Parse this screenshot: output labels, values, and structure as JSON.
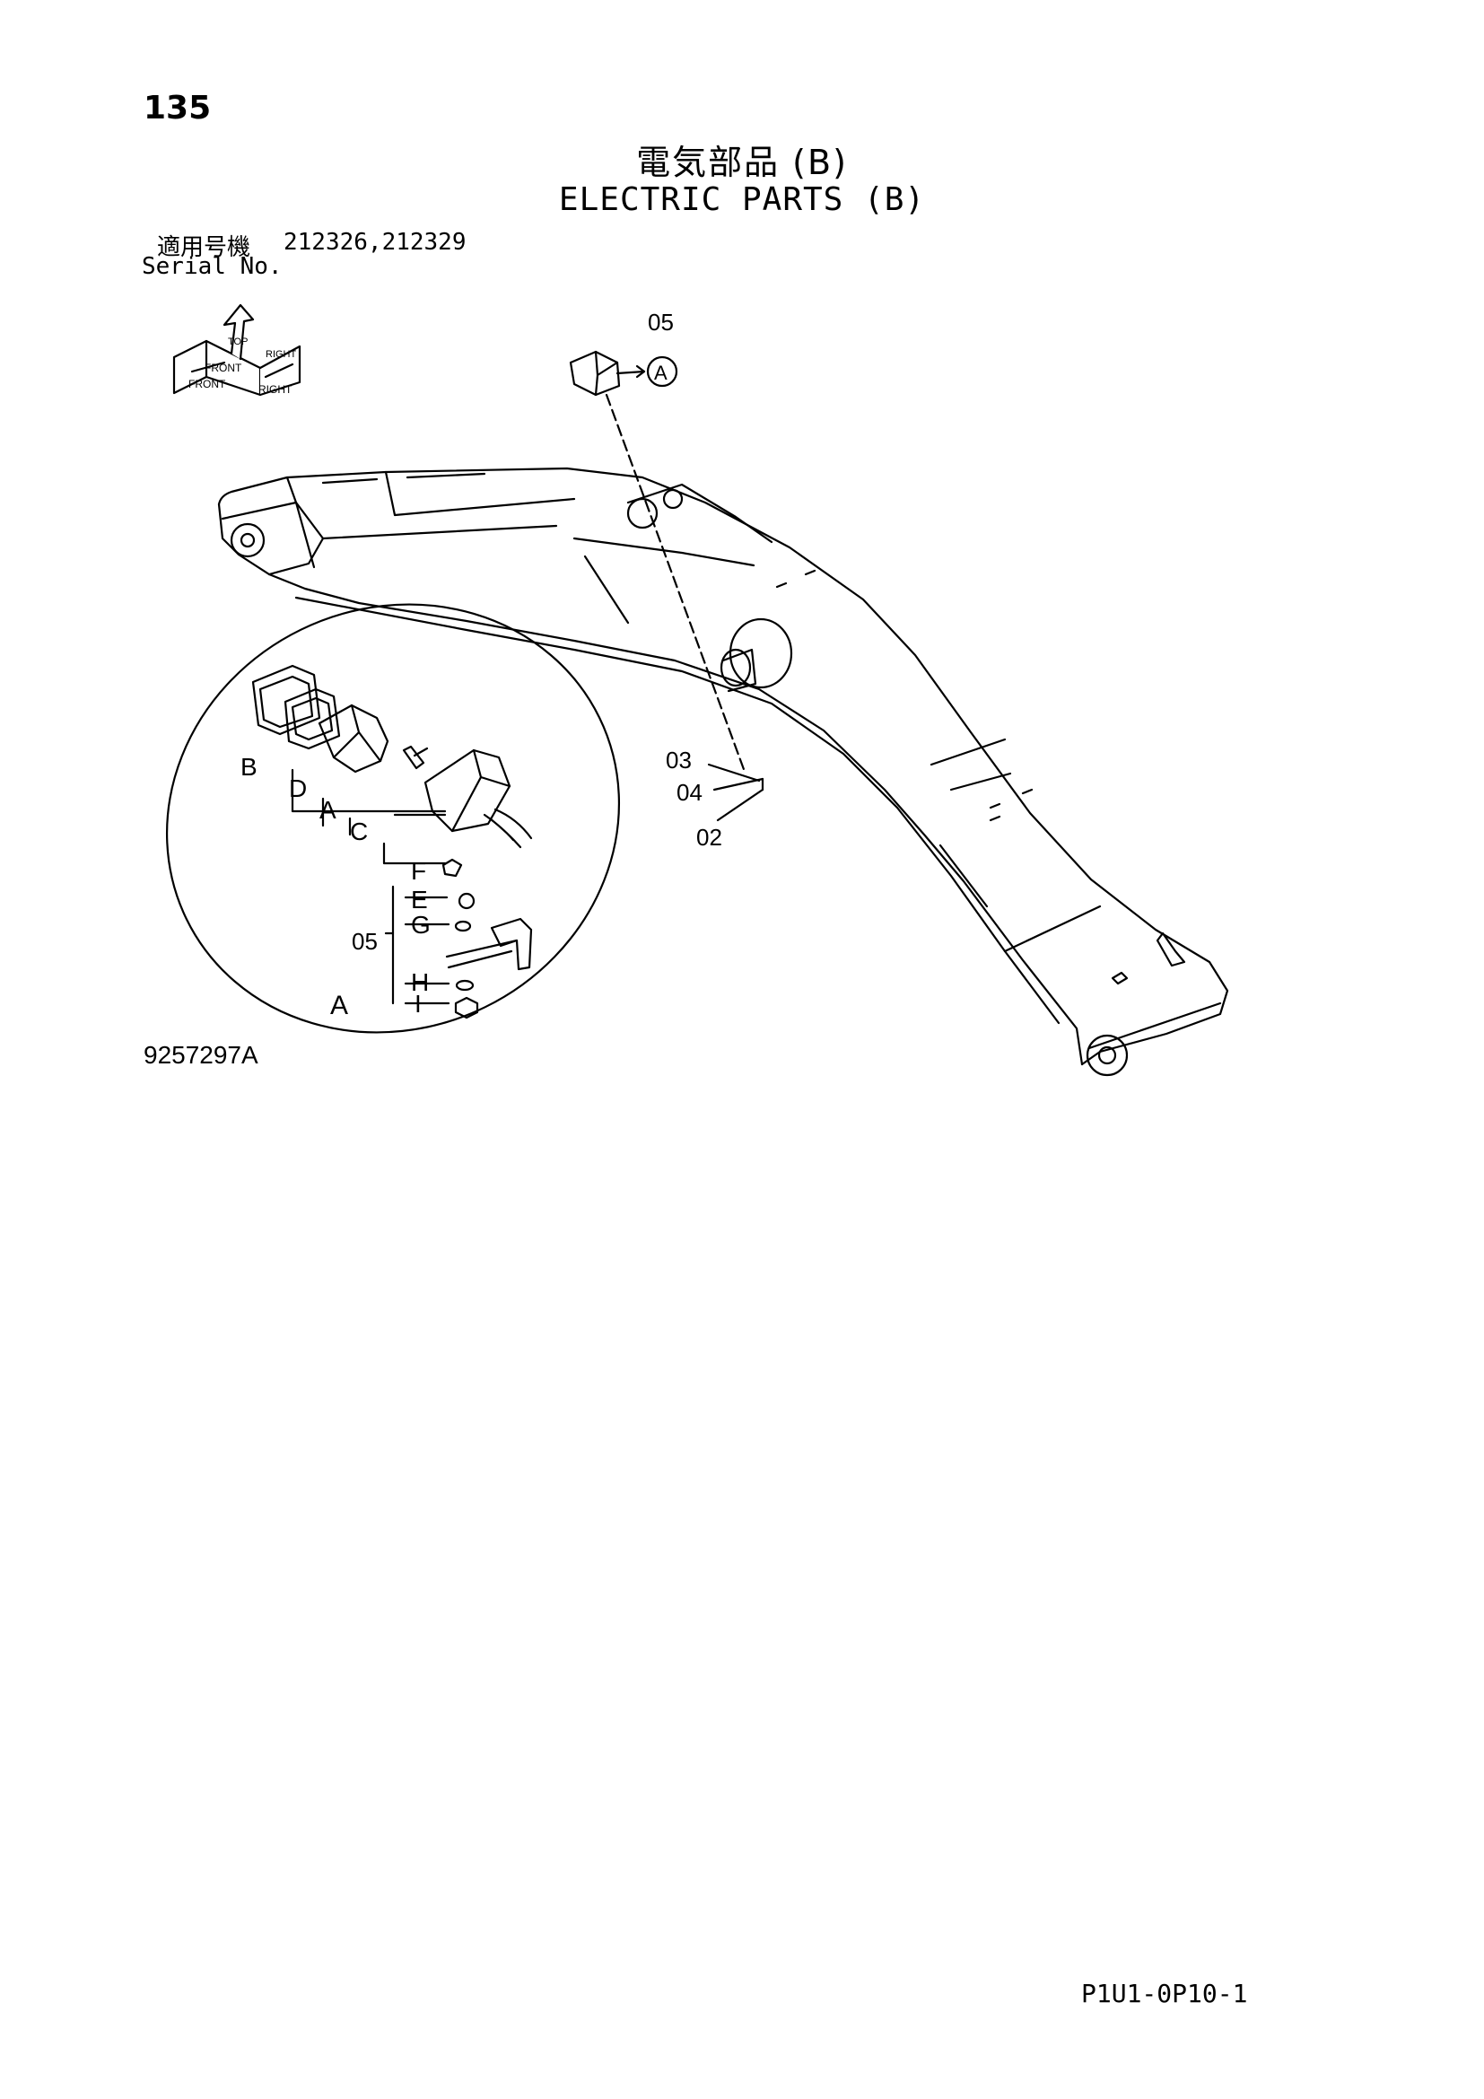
{
  "page": {
    "number": "135",
    "title_jp": "電気部品 (B)",
    "title_en": "ELECTRIC PARTS (B)",
    "serial_label_jp": "適用号機",
    "serial_numbers": "212326,212329",
    "serial_label_en": "Serial No.",
    "figure_code": "9257297A",
    "footer_code": "P1U1-0P10-1"
  },
  "orientation_icon": {
    "labels": [
      "FRONT",
      "TOP",
      "RIGHT",
      "FRONT",
      "RIGHT"
    ]
  },
  "callouts": {
    "c05_top": "05",
    "detail_ref_top": "A",
    "c03": "03",
    "c04": "04",
    "c02": "02",
    "detail_B": "B",
    "detail_D": "D",
    "detail_A": "A",
    "detail_C": "C",
    "detail_F": "F",
    "detail_E": "E",
    "detail_G": "G",
    "detail_05": "05",
    "detail_H": "H",
    "detail_I": "I",
    "detail_title": "A"
  }
}
